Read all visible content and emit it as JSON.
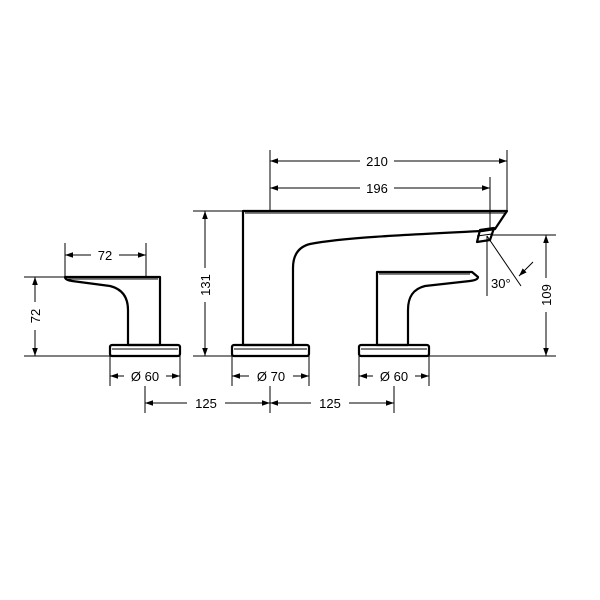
{
  "dimensions": {
    "spout_length_overall": "210",
    "spout_length_to_outlet": "196",
    "spout_height": "131",
    "outlet_height": "109",
    "outlet_angle": "30°",
    "handle_length": "72",
    "handle_height": "72",
    "handle_base_left_diameter": "Ø 60",
    "spout_base_diameter": "Ø 70",
    "handle_base_right_diameter": "Ø 60",
    "spacing_left": "125",
    "spacing_right": "125"
  }
}
